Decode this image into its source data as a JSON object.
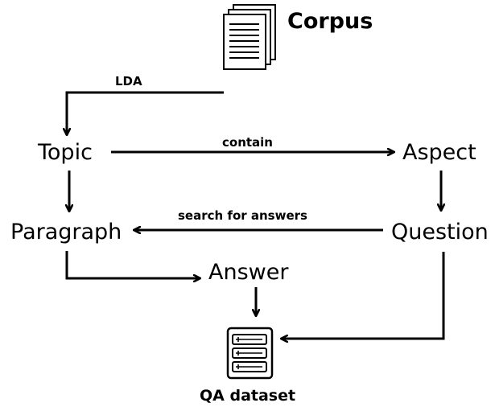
{
  "corpus": {
    "label": "Corpus"
  },
  "nodes": {
    "topic": "Topic",
    "aspect": "Aspect",
    "paragraph": "Paragraph",
    "question": "Question",
    "answer": "Answer"
  },
  "edges": {
    "lda": "LDA",
    "contain": "contain",
    "search": "search for answers"
  },
  "dataset": {
    "label": "QA dataset"
  },
  "colors": {
    "ink": "#000000",
    "background": "#ffffff"
  }
}
